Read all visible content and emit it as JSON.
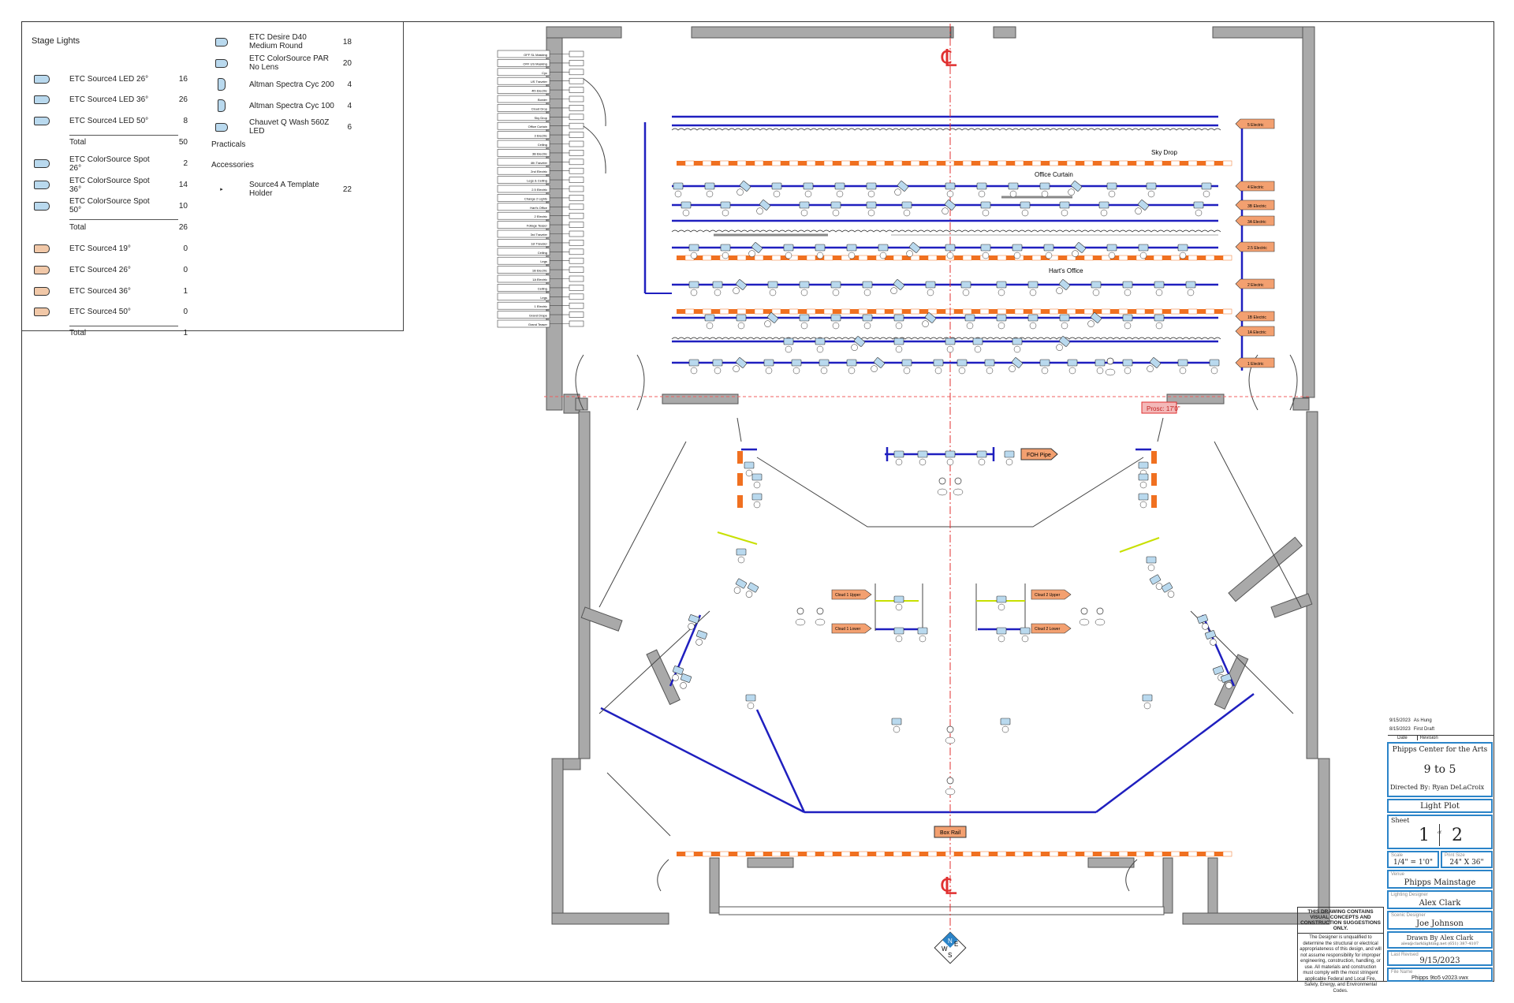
{
  "legend": {
    "title": "Stage Lights",
    "items_left": [
      {
        "name": "ETC Source4 LED 26°",
        "qty": "16",
        "color": "blue"
      },
      {
        "name": "ETC Source4 LED 36°",
        "qty": "26",
        "color": "blue"
      },
      {
        "name": "ETC Source4 LED 50°",
        "qty": "8",
        "color": "blue"
      },
      {
        "name": "Total",
        "qty": "50",
        "color": "total"
      },
      {
        "name": "ETC ColorSource Spot 26°",
        "qty": "2",
        "color": "blue"
      },
      {
        "name": "ETC ColorSource Spot 36°",
        "qty": "14",
        "color": "blue"
      },
      {
        "name": "ETC ColorSource Spot 50°",
        "qty": "10",
        "color": "blue"
      },
      {
        "name": "Total",
        "qty": "26",
        "color": "total"
      },
      {
        "name": "ETC Source4 19°",
        "qty": "0",
        "color": "peach"
      },
      {
        "name": "ETC Source4 26°",
        "qty": "0",
        "color": "peach"
      },
      {
        "name": "ETC Source4 36°",
        "qty": "1",
        "color": "peach"
      },
      {
        "name": "ETC Source4 50°",
        "qty": "0",
        "color": "peach"
      },
      {
        "name": "Total",
        "qty": "1",
        "color": "total"
      }
    ],
    "items_right": [
      {
        "name": "ETC Desire D40 Medium Round",
        "qty": "18"
      },
      {
        "name": "ETC ColorSource PAR No Lens",
        "qty": "20"
      },
      {
        "name": "Altman Spectra Cyc 200",
        "qty": "4"
      },
      {
        "name": "Altman Spectra Cyc 100",
        "qty": "4"
      },
      {
        "name": "Chauvet Q Wash 560Z LED",
        "qty": "6"
      }
    ],
    "practicals": "Practicals",
    "accessories": "Accessories",
    "accessory_items": [
      {
        "name": "Source4 A Template Holder",
        "qty": "22"
      }
    ]
  },
  "plot_labels": {
    "centerline_top": "℄",
    "centerline_bottom": "℄",
    "sky_drop": "Sky Drop",
    "office_curtain": "Office Curtain",
    "harts_office": "Hart's Office",
    "prosc": "Prosc: 17'0\"",
    "pipe_labels": [
      "5 Electric",
      "4 Electric",
      "3B Electric",
      "3A Electric",
      "2.5 Electric",
      "2 Electric",
      "1B Electric",
      "1A Electric",
      "1 Electric"
    ],
    "wing_labels": [
      "Cloud 1 Upper",
      "Cloud 1 Lower",
      "Cloud 2 Upper",
      "Cloud 2 Lower"
    ],
    "fohr_pipe": "FOH Pipe",
    "box_rail": "Box Rail"
  },
  "lineset": {
    "rows": [
      "OFF SL Masking",
      "OFF US Masking",
      "Cyc",
      "US Traveler",
      "4th Electric",
      "Border",
      "Cloud Drop",
      "Sky Drop",
      "Office Curtain",
      "3 Electric",
      "Ceiling",
      "3B Electric",
      "4th Traveler",
      "2nd Electric",
      "Legs & Ceiling",
      "2.5 Electric",
      "Change 2 Lights",
      "Hart's Office",
      "2 Electric",
      "Foliage Teaser",
      "3rd Traveler",
      "1st Traveler",
      "Ceiling",
      "Legs",
      "1B Electric",
      "1A Electric",
      "Ceiling",
      "Legs",
      "1 Electric",
      "Grand Drape",
      "Grand Teaser"
    ]
  },
  "revisions": [
    {
      "date": "9/15/2023",
      "desc": "As Hung"
    },
    {
      "date": "8/15/2023",
      "desc": "First Draft"
    }
  ],
  "revision_headers": {
    "date": "Date",
    "revision": "Revision"
  },
  "title_block": {
    "venue_org": "Phipps Center for the Arts",
    "show": "9 to 5",
    "director": "Directed By: Ryan DeLaCroix",
    "drawing": "Light Plot",
    "sheet_label": "Sheet",
    "sheet_num": "1",
    "sheet_of": "of",
    "sheet_total": "2",
    "scale_label": "Scale",
    "scale": "1/4\" = 1'0\"",
    "size_label": "Print Size",
    "size": "24\" X 36\"",
    "venue_label": "Venue",
    "venue": "Phipps Mainstage",
    "ld_label": "Lighting Designer",
    "ld": "Alex Clark",
    "sd_label": "Scenic Designer",
    "sd": "Joe Johnson",
    "drawn_by": "Drawn By Alex Clark",
    "contact": "alex@clarklighting.net  (651) 387-4107",
    "revised_label": "Last Revised",
    "revised": "9/15/2023",
    "file_label": "File Name",
    "file": "Phipps 9to5 v2023.vwx"
  },
  "disclaimer": {
    "heading": "THIS DRAWING CONTAINS VISUAL CONCEPTS AND CONSTRUCTION SUGGESTIONS ONLY.",
    "body": "The Designer is unqualified to determine the structural or electrical appropriateness of this design, and will not assume responsibility for improper engineering, construction, handling, or use. All materials and construction must comply with the most stringent applicable Federal and Local Fire, Safety, Energy, and Environmental Codes."
  },
  "compass": {
    "n": "N",
    "e": "E",
    "w": "W",
    "s": "S"
  },
  "colors": {
    "pipe": "#1f1fbf",
    "wall": "#a9a9a9",
    "border": "#f07020",
    "fixture": "#b9d9ee",
    "centerline": "#e03030",
    "titleblock": "#2b84c8"
  }
}
